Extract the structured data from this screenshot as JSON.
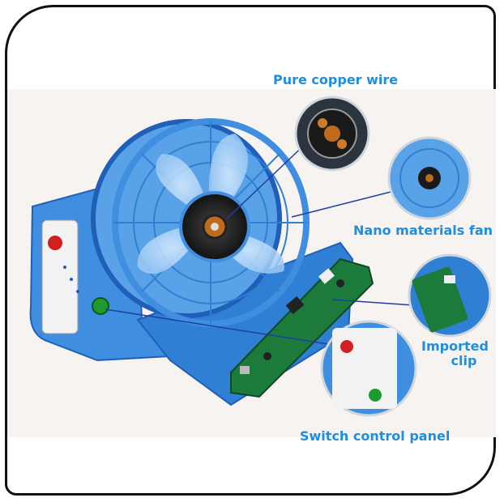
{
  "colors": {
    "label_blue": "#1e8fe0",
    "fan_blue": "#3f8ee0",
    "fan_blue_dark": "#1f5fb8",
    "board_green": "#1c7a3a",
    "button_red": "#d21f1f",
    "button_green": "#1f9a2e",
    "frame": "#111111"
  },
  "callouts": {
    "copper": "Pure copper wire",
    "fan": "Nano materials fan",
    "clip_line1": "Imported",
    "clip_line2": "clip",
    "panel": "Switch control panel"
  }
}
